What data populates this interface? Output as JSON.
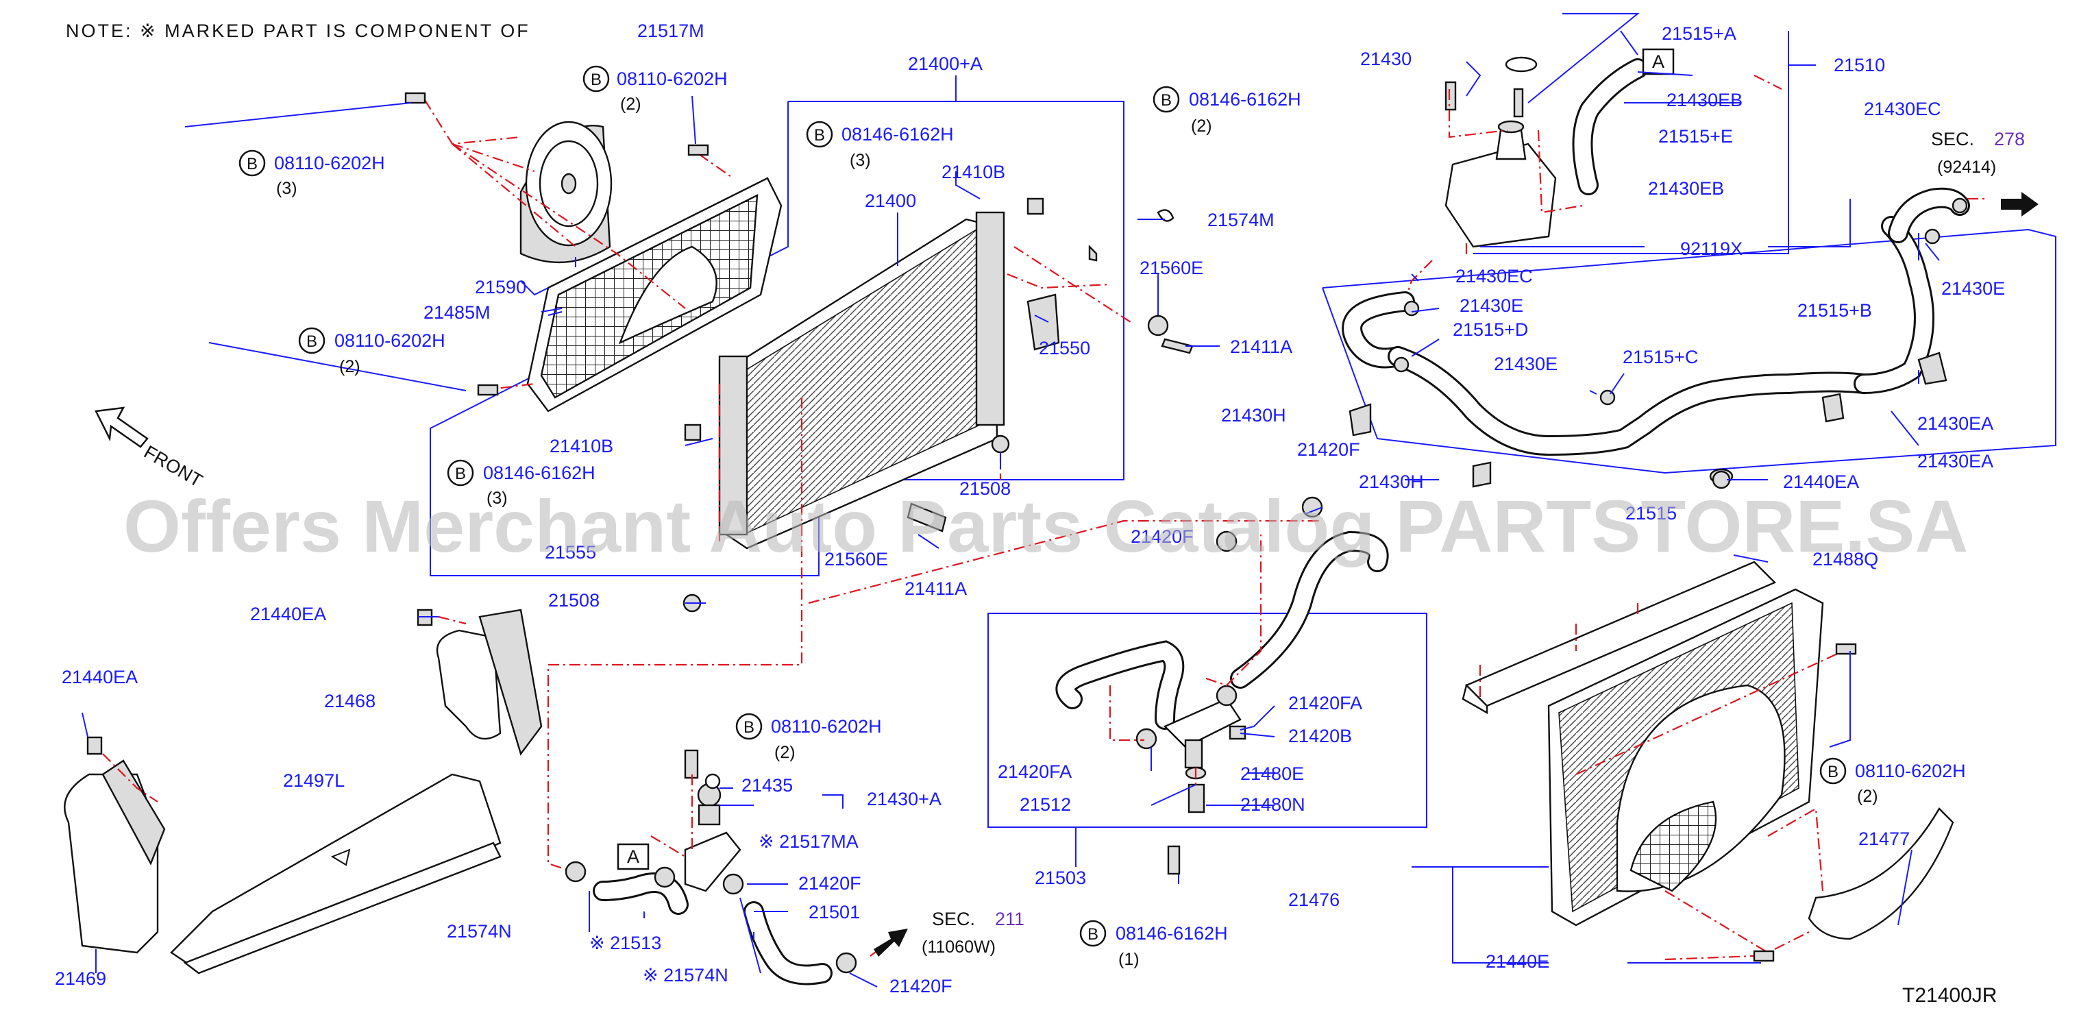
{
  "note": {
    "prefix": "NOTE:  ※ MARKED  PART  IS  COMPONENT  OF",
    "part": "21517M"
  },
  "watermark": "Offers Merchant Auto Parts Catalog PARTSTORE.SA",
  "diagram_code": "T21400JR",
  "front_label": "FRONT",
  "box_a_label": "A",
  "bolt_prefix": "B",
  "labels": {
    "l21400a": "21400+A",
    "l21400": "21400",
    "l21410b_top": "21410B",
    "l21410b_left": "21410B",
    "l21590": "21590",
    "l21485m": "21485M",
    "l21574m": "21574M",
    "l21560e_top": "21560E",
    "l21560e_bot": "21560E",
    "l21550": "21550",
    "l21411a_top": "21411A",
    "l21411a_bot": "21411A",
    "l21508_top": "21508",
    "l21508_bot": "21508",
    "l21555": "21555",
    "l21430": "21430",
    "l21515a": "21515+A",
    "l21510": "21510",
    "l21430eb_top": "21430EB",
    "l21515e": "21515+E",
    "l21430eb_bot": "21430EB",
    "l92119x": "92119X",
    "l21430ec_mid": "21430EC",
    "l21430ec_top": "21430EC",
    "l21430e_1": "21430E",
    "l21515d": "21515+D",
    "l21430e_2": "21430E",
    "l21515c": "21515+C",
    "l21430e_right": "21430E",
    "l21515b": "21515+B",
    "l21430h_1": "21430H",
    "l21420f_top": "21420F",
    "l21430h_2": "21430H",
    "l21515": "21515",
    "l21430ea_1": "21430EA",
    "l21430ea_2": "21430EA",
    "l21440ea_right": "21440EA",
    "l21488q": "21488Q",
    "l21420f_mid": "21420F",
    "l21420fa_right": "21420FA",
    "l21420b": "21420B",
    "l21420fa_left": "21420FA",
    "l21480e": "21480E",
    "l21512": "21512",
    "l21480n": "21480N",
    "l21503": "21503",
    "l21440ea_mid": "21440EA",
    "l21468": "21468",
    "l21440ea_left": "21440EA",
    "l21497l": "21497L",
    "l21469": "21469",
    "l21435": "21435",
    "l21430a": "21430+A",
    "l21517ma": "※ 21517MA",
    "l21420f_low": "21420F",
    "l21501": "21501",
    "l21420f_bot": "21420F",
    "l21574n_left": "21574N",
    "l21513": "※ 21513",
    "l21574n_bot": "※ 21574N",
    "l21476": "21476",
    "l21477": "21477",
    "l21440e": "21440E"
  },
  "bolts": {
    "b1": {
      "code": "08110-6202H",
      "qty": "(2)"
    },
    "b2": {
      "code": "08110-6202H",
      "qty": "(3)"
    },
    "b3": {
      "code": "08146-6162H",
      "qty": "(3)"
    },
    "b4": {
      "code": "08146-6162H",
      "qty": "(2)"
    },
    "b5": {
      "code": "08110-6202H",
      "qty": "(2)"
    },
    "b6": {
      "code": "08146-6162H",
      "qty": "(3)"
    },
    "b7": {
      "code": "08110-6202H",
      "qty": "(2)"
    },
    "b8": {
      "code": "08146-6162H",
      "qty": "(1)"
    },
    "b9": {
      "code": "08110-6202H",
      "qty": "(2)"
    }
  },
  "sections": {
    "s278": {
      "prefix": "SEC.",
      "num": "278",
      "ref": "(92414)"
    },
    "s211": {
      "prefix": "SEC.",
      "num": "211",
      "ref": "(11060W)"
    }
  },
  "colors": {
    "label": "#1a1aff",
    "dashed": "#e0141e",
    "line": "#111111",
    "section_num": "#6b2fbf"
  }
}
